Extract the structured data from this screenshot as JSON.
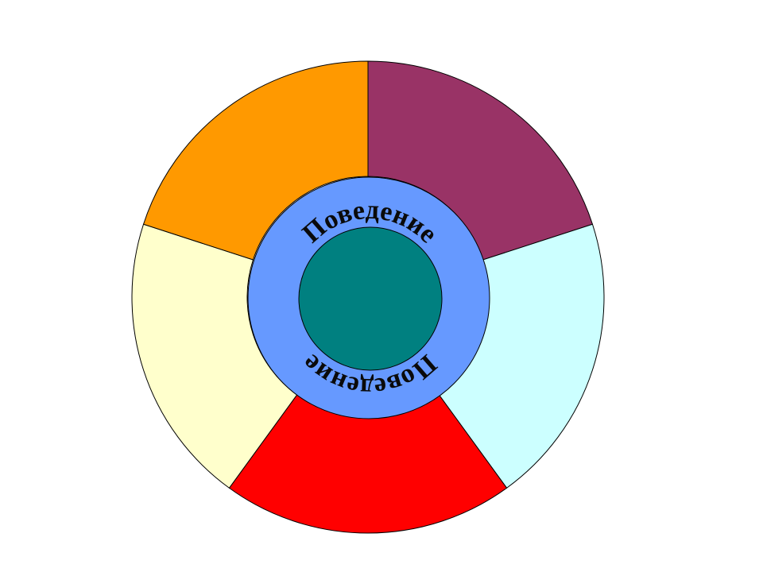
{
  "diagram": {
    "ring_label_top": "Поведение",
    "ring_label_bottom": "Поведение",
    "segments": [
      {
        "name": "segment-top-right",
        "color": "#993366"
      },
      {
        "name": "segment-right",
        "color": "#CCFFFF"
      },
      {
        "name": "segment-bottom",
        "color": "#FF0000"
      },
      {
        "name": "segment-left",
        "color": "#FFFFCC"
      },
      {
        "name": "segment-top-left",
        "color": "#FF9900"
      }
    ],
    "ring_color": "#6699FF",
    "center_color": "#008080",
    "outline_color": "#000000"
  }
}
